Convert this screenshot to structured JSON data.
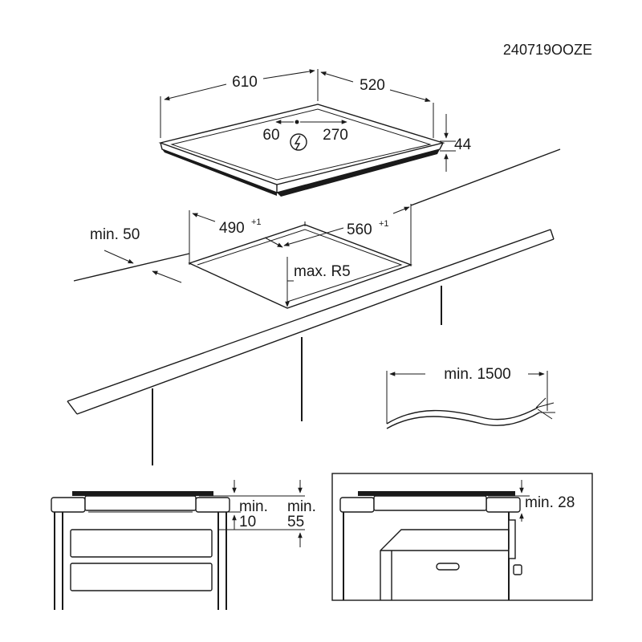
{
  "document_code": "240719OOZE",
  "hob": {
    "width": "610",
    "depth": "520",
    "height": "44",
    "conn_side": "60",
    "conn_back": "270"
  },
  "cutout": {
    "width": "490",
    "width_tol": "+1",
    "depth": "560",
    "depth_tol": "+1",
    "radius": "max. R5",
    "edge_min": "min. 50"
  },
  "cable": {
    "length": "min. 1500"
  },
  "section_drawers": {
    "gap_a_1": "min.",
    "gap_a_2": "10",
    "gap_b_1": "min.",
    "gap_b_2": "55"
  },
  "section_oven": {
    "gap": "min. 28"
  }
}
